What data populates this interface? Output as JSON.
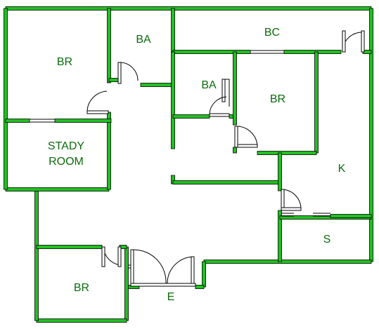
{
  "floor_plan": {
    "colors": {
      "wall": "#22c022",
      "wall_outline": "#000000",
      "label": "#0a6b0a",
      "background": "#ffffff"
    },
    "rooms": {
      "br_top_left": "BR",
      "ba_top": "BA",
      "bc": "BC",
      "ba_middle": "BA",
      "br_middle": "BR",
      "study_line1": "STADY",
      "study_line2": "ROOM",
      "kitchen": "K",
      "storage": "S",
      "br_bottom": "BR",
      "entrance": "E"
    }
  }
}
